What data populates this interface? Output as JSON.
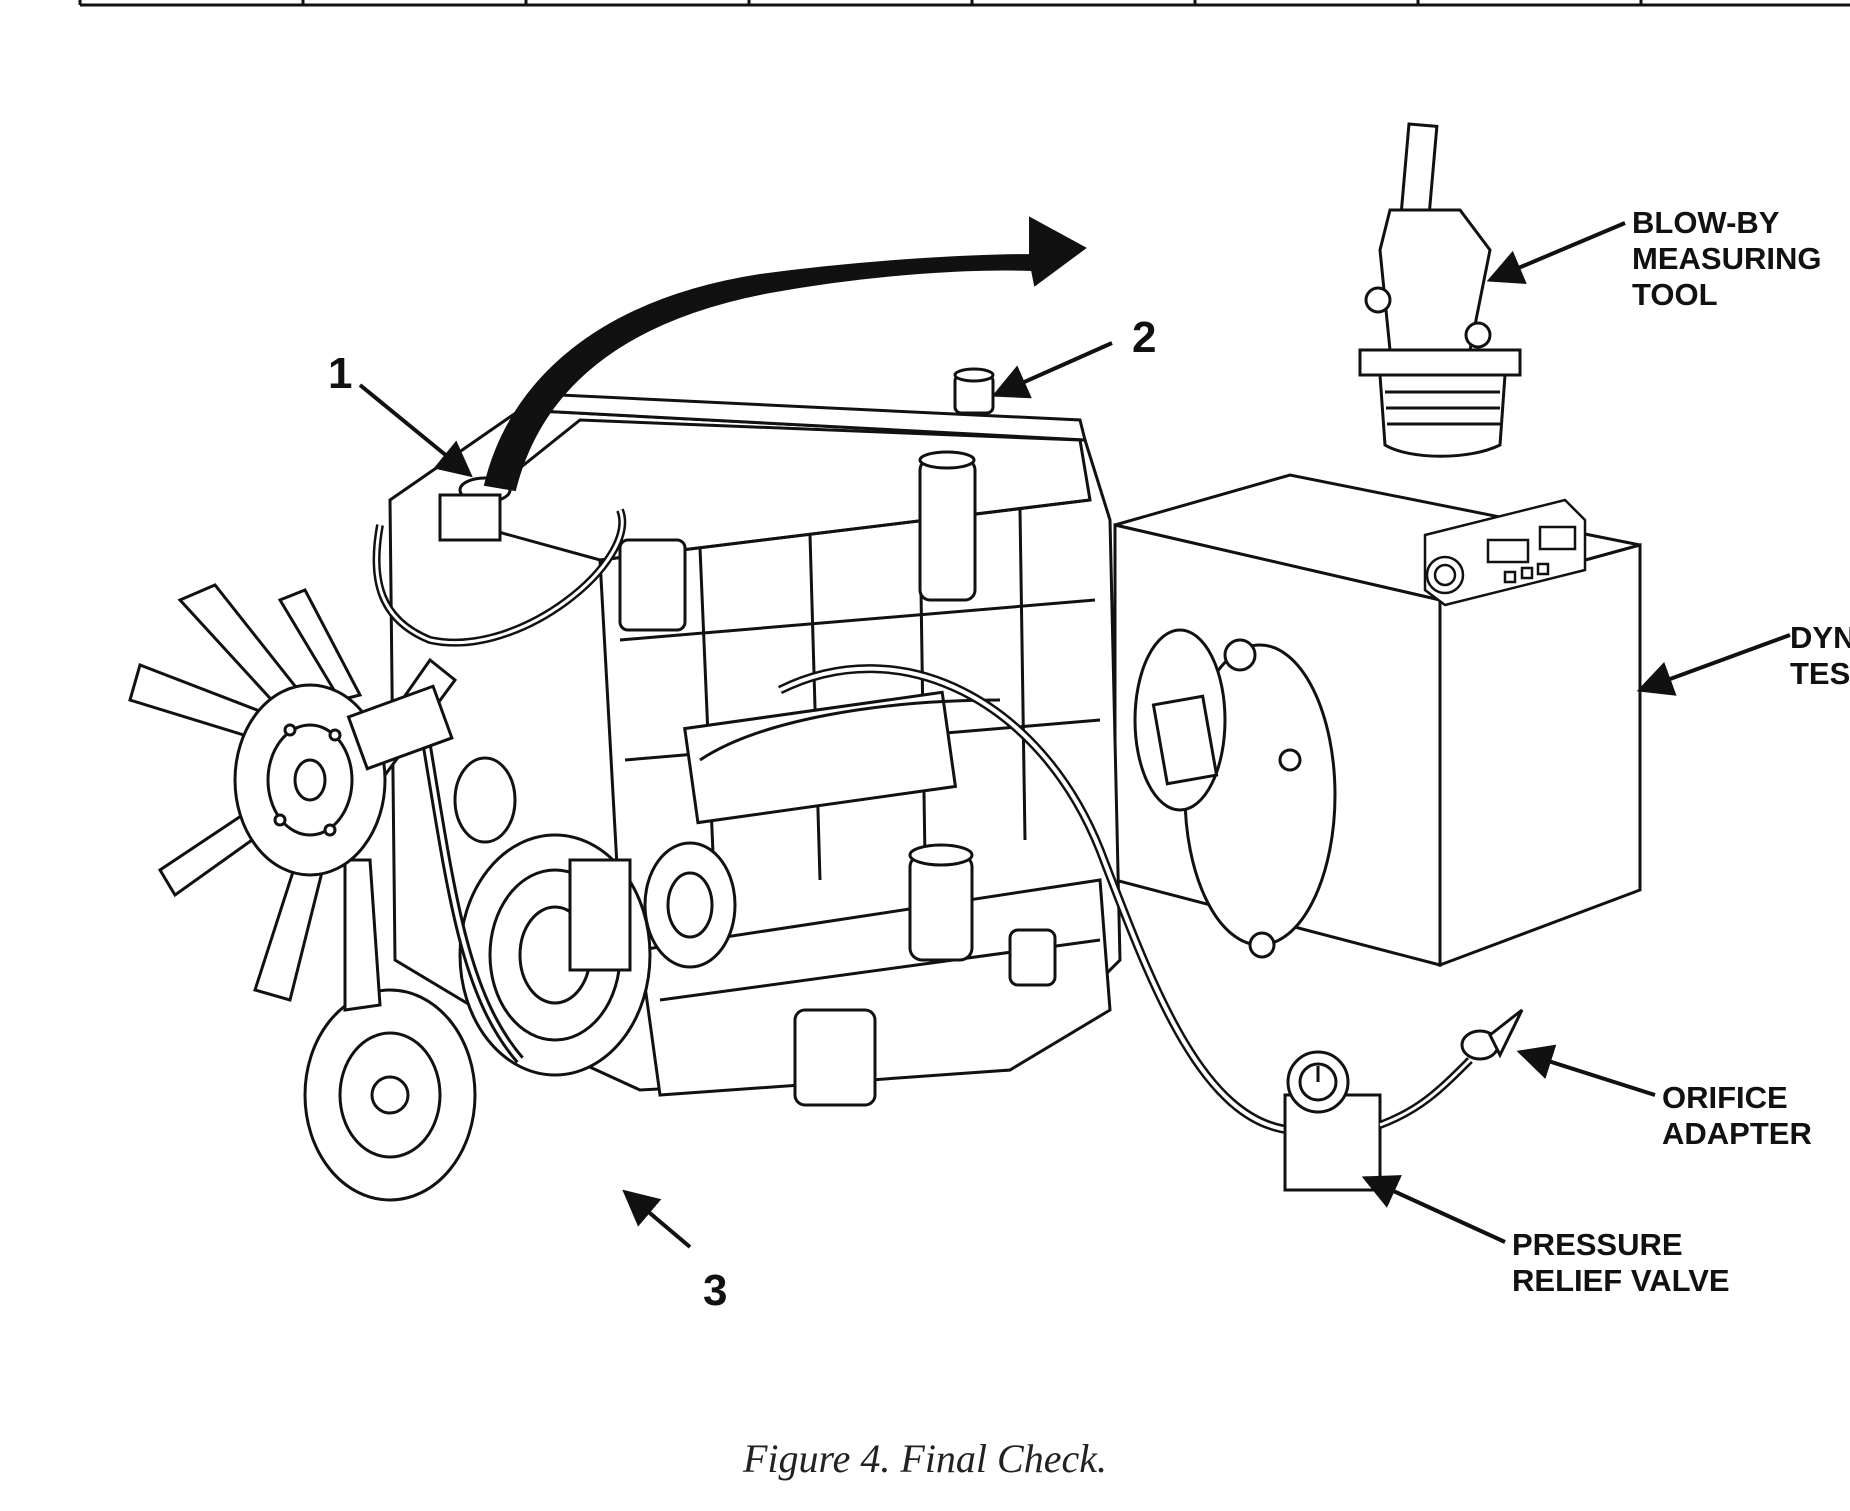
{
  "figure": {
    "caption": "Figure 4. Final Check.",
    "line_color": "#111111",
    "fill_color": "#ffffff"
  },
  "callouts": {
    "item_1": "1",
    "item_2": "2",
    "item_3": "3",
    "blowby": [
      "BLOW-BY",
      "MEASURING",
      "TOOL"
    ],
    "dyno": [
      "DYN",
      "TEST"
    ],
    "orifice": [
      "ORIFICE",
      "ADAPTER"
    ],
    "relief": [
      "PRESSURE",
      "RELIEF VALVE"
    ]
  }
}
